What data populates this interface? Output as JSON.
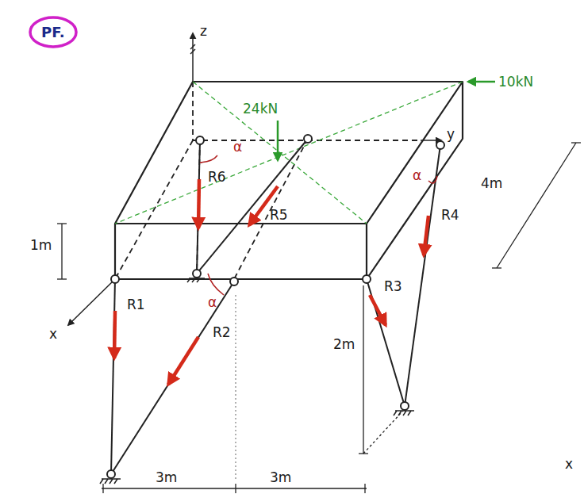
{
  "diagram": {
    "nodes": [
      {
        "text": [
          "PF."
        ]
      }
    ],
    "labels": [
      "z",
      "10kN",
      "24kN",
      "y",
      "R6",
      "α",
      "R5",
      "α",
      "R4",
      "4m",
      "1m",
      "R1",
      "R2",
      "α",
      "R3",
      "2m",
      "x",
      "3m",
      "3m",
      "x"
    ]
  }
}
